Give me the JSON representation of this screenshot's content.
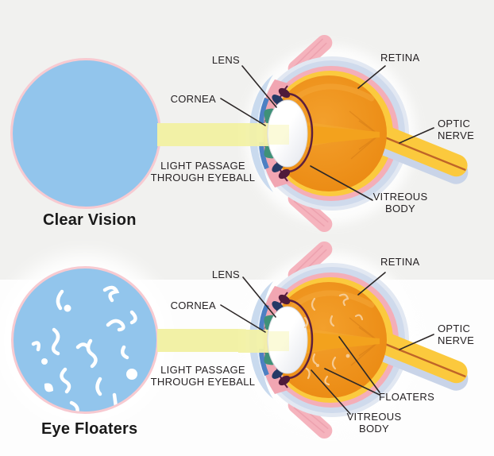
{
  "palette": {
    "bg_upper": "#f1f1ef",
    "bg_lower": "#fdfdfd",
    "circle_fill": "#92c5ec",
    "circle_ring": "#f7cad1",
    "beam": "#f2f1a6",
    "eye_outer_rim": "#e2e8f2",
    "eye_outer": "#cfdaec",
    "sclera_pink": "#f4aeb8",
    "retina_yellow": "#fbca3e",
    "vitreous_orange": "#f0921e",
    "nerve_yellow": "#fbc93d",
    "nerve_core": "#bf6428",
    "muscle_pink": "#f5b3bd",
    "cornea_blue": "#c9daee",
    "iris_blue": "#4d80c3",
    "ciliary_teal": "#3f9178",
    "floater_white": "#ffffff",
    "eye_floater_tint": "#f7d09e",
    "label_text": "#262224",
    "pointer_line": "#2d2828"
  },
  "sections": {
    "clear_vision": {
      "title": "Clear Vision",
      "labels": {
        "lens": "LENS",
        "cornea": "CORNEA",
        "retina": "RETINA",
        "optic_nerve": "OPTIC\nNERVE",
        "light_passage": "LIGHT PASSAGE\nTHROUGH EYEBALL",
        "vitreous_body": "VITREOUS\nBODY"
      }
    },
    "eye_floaters": {
      "title": "Eye Floaters",
      "labels": {
        "lens": "LENS",
        "cornea": "CORNEA",
        "retina": "RETINA",
        "optic_nerve": "OPTIC\nNERVE",
        "light_passage": "LIGHT PASSAGE\nTHROUGH EYEBALL",
        "floaters": "FLOATERS",
        "vitreous_body": "VITREOUS\nBODY"
      }
    }
  }
}
